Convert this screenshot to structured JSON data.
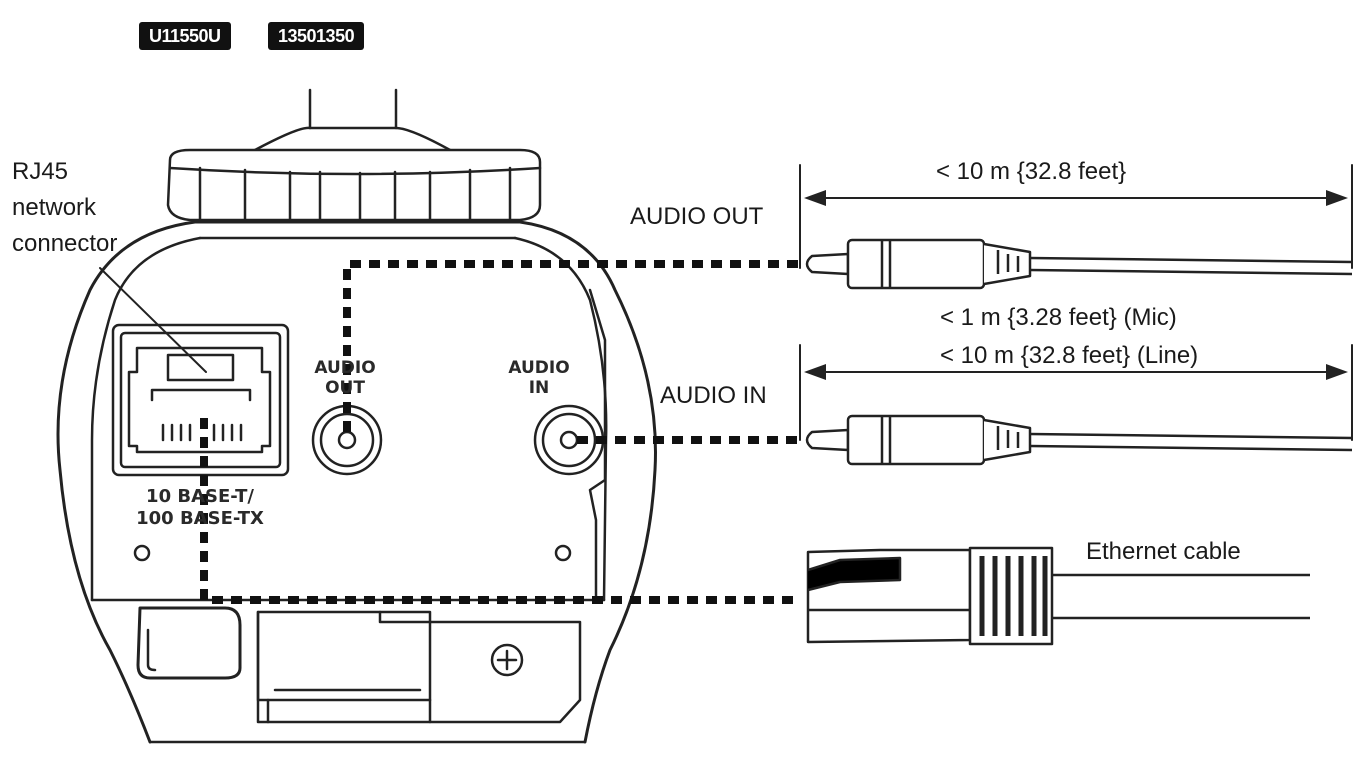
{
  "header": {
    "badge_model": "U11550U",
    "badge_numbers": "13501350"
  },
  "camera": {
    "port_audio_out_line1": "AUDIO",
    "port_audio_out_line2": "OUT",
    "port_audio_in_line1": "AUDIO",
    "port_audio_in_line2": "IN",
    "lan_label_line1": "10 BASE-T/",
    "lan_label_line2": "100 BASE-TX"
  },
  "callouts": {
    "rj45_line1": "RJ45",
    "rj45_line2": "network",
    "rj45_line3": "connector",
    "audio_out": "AUDIO OUT",
    "audio_in": "AUDIO IN",
    "ethernet": "Ethernet cable"
  },
  "dimensions": {
    "audio_out_length": "< 10 m {32.8 feet}",
    "audio_in_mic_length": "< 1 m {3.28 feet} (Mic)",
    "audio_in_line_length": "< 10 m {32.8 feet} (Line)"
  }
}
